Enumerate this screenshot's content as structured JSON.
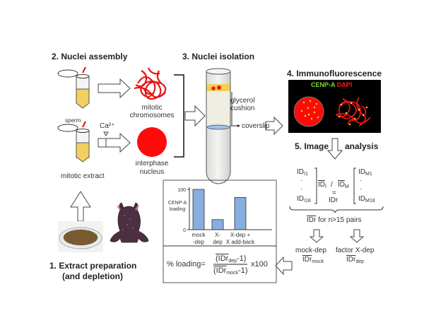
{
  "steps": {
    "step1": {
      "title": "1. Extract preparation",
      "subtitle": "(and depletion)"
    },
    "step2": {
      "title": "2. Nuclei assembly"
    },
    "step3": {
      "title": "3. Nuclei isolation"
    },
    "step4": {
      "title": "4. Immunofluorescence"
    },
    "step5": {
      "title_left": "5. Image",
      "title_right": "analysis"
    }
  },
  "assembly": {
    "sperm_label": "sperm",
    "calcium_label": "Ca²⁺",
    "mitotic_label_1": "mitotic",
    "mitotic_label_2": "chromosomes",
    "interphase_label_1": "interphase",
    "interphase_label_2": "nucleus",
    "extract_label": "mitotic extract"
  },
  "isolation": {
    "cushion_label_1": "glycerol",
    "cushion_label_2": "cushion",
    "coverslip_label": "coverslip"
  },
  "immuno": {
    "stain_green": "CENP-A",
    "stain_red": "DAPI",
    "colors": {
      "green": "#7cdc2a",
      "red": "#ff1a1a",
      "background": "#000000",
      "dots": "#ffe020"
    }
  },
  "analysis": {
    "id_i1": "ID",
    "id_i1_sub": "I1",
    "id_i18": "ID",
    "id_i18_sub": "I18",
    "id_m1": "ID",
    "id_m1_sub": "M1",
    "id_m18": "ID",
    "id_m18_sub": "M18",
    "mean_i": "ID",
    "mean_i_sub": "I",
    "slash": "/",
    "mean_m": "ID",
    "mean_m_sub": "M",
    "equals": "=",
    "ratio": "IDr",
    "pairs_ratio": "IDr",
    "pairs_text": "for n>15 pairs",
    "mock_label": "mock-dep",
    "mock_ratio": "IDr",
    "mock_sub": "mock",
    "dep_label": "factor X-dep",
    "dep_ratio": "IDr",
    "dep_sub": "dep"
  },
  "formula": {
    "prefix": "% loading=",
    "num": "(IDr",
    "num_sub": "dep",
    "num_tail": "-1)",
    "den": "(IDr",
    "den_sub": "mock",
    "den_tail": "-1)",
    "suffix": "x100"
  },
  "chart_data": {
    "type": "bar",
    "ylabel": "CENP-A loading",
    "ylim": [
      0,
      100
    ],
    "yticks": [
      "0",
      "100"
    ],
    "categories": [
      "mock -dep",
      "X- dep",
      "X-dep + X add-back"
    ],
    "category_lines": [
      [
        "mock",
        "-dep"
      ],
      [
        "X-",
        "dep"
      ],
      [
        "X-dep +",
        "X add-back"
      ]
    ],
    "values": [
      100,
      25,
      80
    ],
    "bar_color": "#87aee0"
  }
}
